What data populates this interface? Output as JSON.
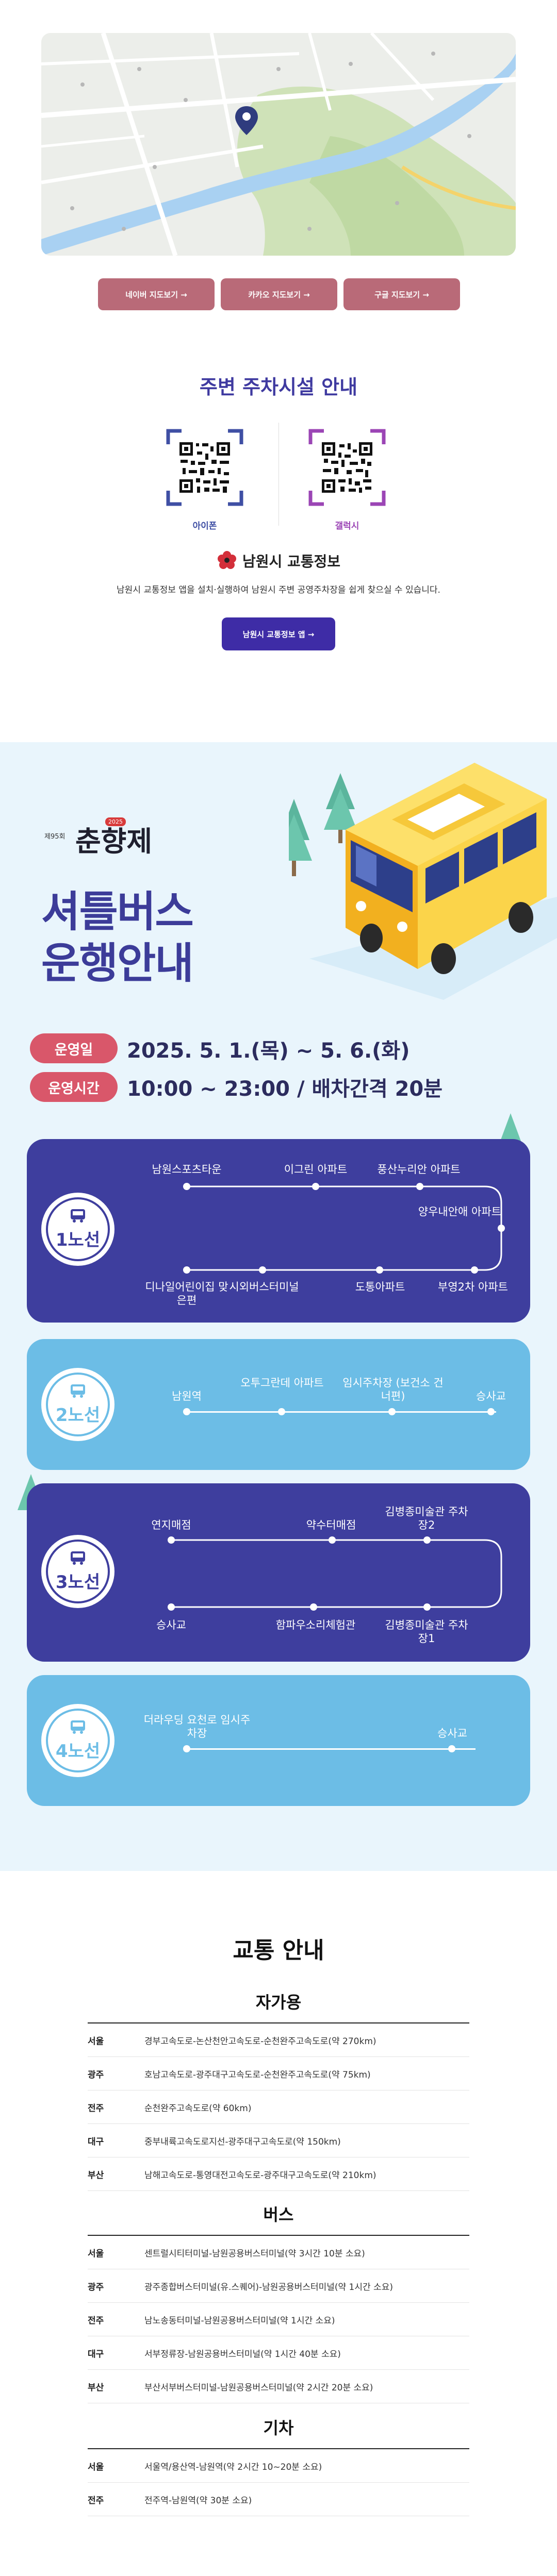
{
  "map": {
    "buttons": [
      "네이버 지도보기 →",
      "카카오 지도보기 →",
      "구글 지도보기 →"
    ]
  },
  "parking": {
    "title": "주변 주차시설 안내",
    "qr": [
      {
        "label": "아이폰",
        "color": "#3f4fa4"
      },
      {
        "label": "갤럭시",
        "color": "#9b45b5"
      }
    ],
    "info_title": "남원시 교통정보",
    "info_desc": "남원시 교통정보 앱을 설치·실행하여 남원시 주변 공영주차장을 쉽게 찾으실 수 있습니다.",
    "app_button": "남원시 교통정보 앱 →"
  },
  "shuttle": {
    "logo_small": "제95회",
    "logo_main": "춘향제",
    "logo_badge": "2025",
    "title_line1": "셔틀버스",
    "title_line2": "운행안내",
    "date_label": "운영일",
    "date_value": "2025. 5. 1.(목) ~ 5. 6.(화)",
    "time_label": "운영시간",
    "time_value": "10:00 ~ 23:00 / 배차간격 20분",
    "routes": [
      {
        "name": "1노선",
        "top_stops": [
          "남원스포츠타운",
          "이그린 아파트",
          "풍산누리안 아파트"
        ],
        "side_stop": "양우내안애 아파트",
        "bottom_stops": [
          "디나일어린이집 맞은편",
          "시외버스터미널",
          "도통아파트",
          "부영2차 아파트"
        ]
      },
      {
        "name": "2노선",
        "stops": [
          "남원역",
          "오투그란데 아파트",
          "임시주차장 (보건소 건너편)",
          "승사교"
        ]
      },
      {
        "name": "3노선",
        "top_stops": [
          "연지매점",
          "약수터매점",
          "김병종미술관 주차장2"
        ],
        "bottom_stops": [
          "승사교",
          "함파우소리체험관",
          "김병종미술관 주차장1"
        ]
      },
      {
        "name": "4노선",
        "stops": [
          "더라우딩 요천로 임시주차장",
          "승사교"
        ]
      }
    ],
    "colors": {
      "dark": "#3e3e9e",
      "light": "#6cbde6",
      "pill": "#d9576a"
    }
  },
  "transport": {
    "title": "교통 안내",
    "sections": [
      {
        "title": "자가용",
        "rows": [
          {
            "city": "서울",
            "route": "경부고속도로-논산천안고속도로-순천완주고속도로(약 270km)"
          },
          {
            "city": "광주",
            "route": "호남고속도로-광주대구고속도로-순천완주고속도로(약 75km)"
          },
          {
            "city": "전주",
            "route": "순천완주고속도로(약 60km)"
          },
          {
            "city": "대구",
            "route": "중부내륙고속도로지선-광주대구고속도로(약 150km)"
          },
          {
            "city": "부산",
            "route": "남해고속도로-통영대전고속도로-광주대구고속도로(약 210km)"
          }
        ]
      },
      {
        "title": "버스",
        "rows": [
          {
            "city": "서울",
            "route": "센트럴시티터미널-남원공용버스터미널(약 3시간 10분 소요)"
          },
          {
            "city": "광주",
            "route": "광주종합버스터미널(유.스퀘어)-남원공용버스터미널(약 1시간 소요)"
          },
          {
            "city": "전주",
            "route": "남노송동터미널-남원공용버스터미널(약 1시간 소요)"
          },
          {
            "city": "대구",
            "route": "서부정류장-남원공용버스터미널(약 1시간 40분 소요)"
          },
          {
            "city": "부산",
            "route": "부산서부버스터미널-남원공용버스터미널(약 2시간 20분 소요)"
          }
        ]
      },
      {
        "title": "기차",
        "rows": [
          {
            "city": "서울",
            "route": "서울역/용산역-남원역(약 2시간 10~20분 소요)"
          },
          {
            "city": "전주",
            "route": "전주역-남원역(약 30분 소요)"
          }
        ]
      }
    ]
  }
}
